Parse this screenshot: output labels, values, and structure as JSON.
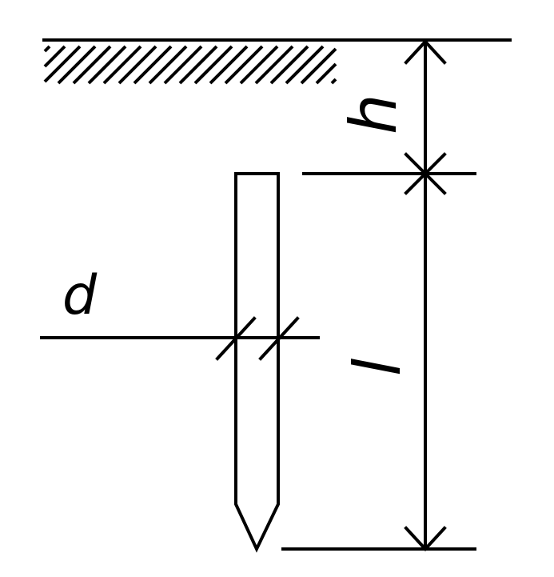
{
  "labels": {
    "d": "d",
    "h": "h",
    "l": "l"
  },
  "colors": {
    "ink": "#000000",
    "background": "#ffffff"
  }
}
